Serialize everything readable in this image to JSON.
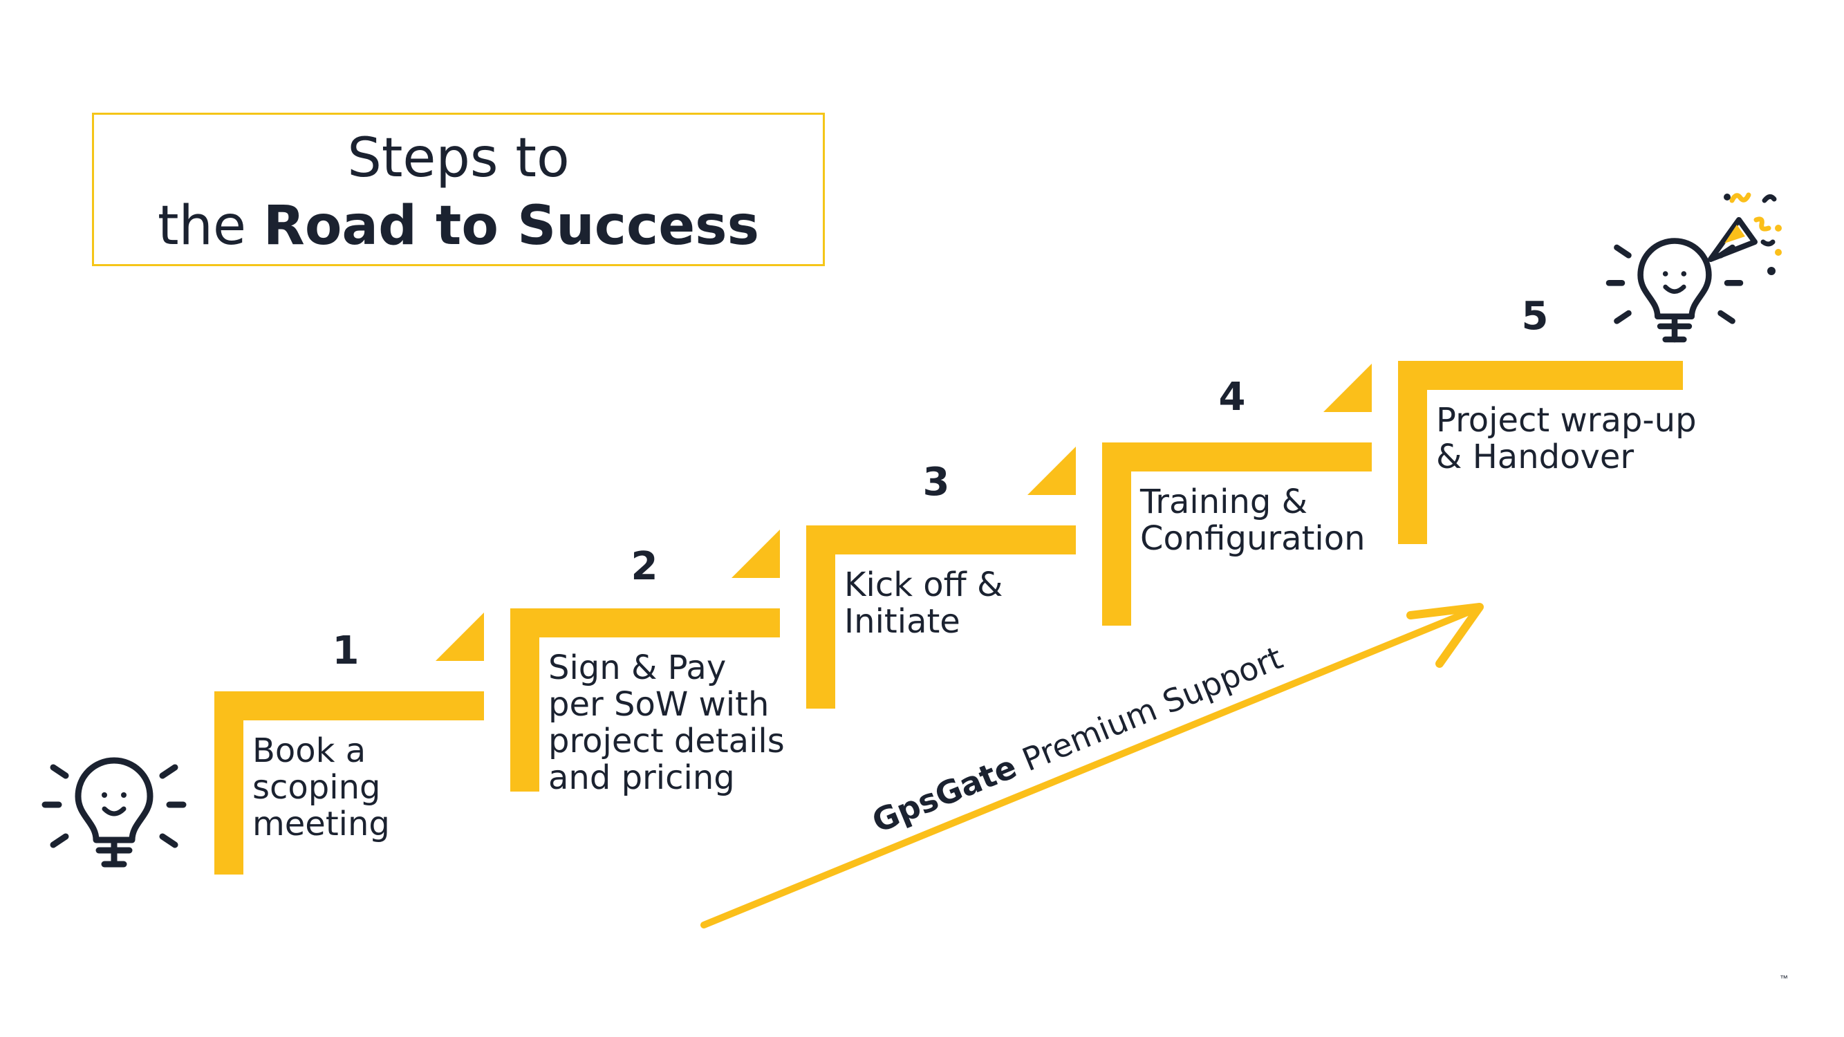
{
  "title": {
    "line1": "Steps to",
    "line2_prefix": "the ",
    "line2_bold": "Road to Success"
  },
  "colors": {
    "accent": "#fbbf1a",
    "border": "#f5c518",
    "ink": "#1b2230"
  },
  "steps": [
    {
      "number": "1",
      "lines": [
        "Book a",
        "scoping",
        "meeting"
      ]
    },
    {
      "number": "2",
      "lines": [
        "Sign & Pay",
        "per SoW with",
        "project details",
        "and pricing"
      ]
    },
    {
      "number": "3",
      "lines": [
        "Kick off &",
        "Initiate"
      ]
    },
    {
      "number": "4",
      "lines": [
        "Training &",
        "Configuration"
      ]
    },
    {
      "number": "5",
      "lines": [
        "Project wrap-up",
        "& Handover"
      ]
    }
  ],
  "arrow_label": {
    "brand": "GpsGate",
    "text": " Premium Support"
  },
  "icons": [
    "lightbulb-icon",
    "celebrating-lightbulb-icon"
  ],
  "trademark": "™"
}
